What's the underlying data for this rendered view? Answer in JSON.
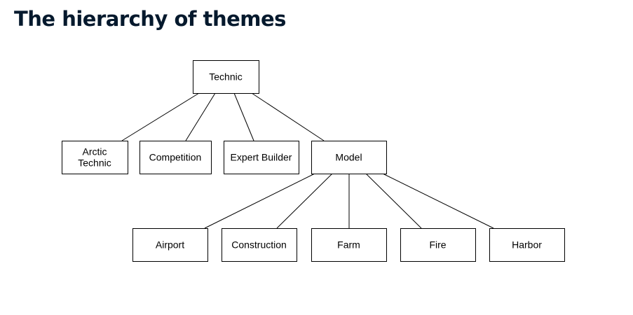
{
  "title": "The hierarchy of themes",
  "tree": {
    "root": {
      "id": "technic",
      "label": "Technic"
    },
    "level1": [
      {
        "id": "arctic-technic",
        "lines": [
          "Arctic",
          "Technic"
        ]
      },
      {
        "id": "competition",
        "lines": [
          "Competition"
        ]
      },
      {
        "id": "expert-builder",
        "lines": [
          "Expert Builder"
        ]
      },
      {
        "id": "model",
        "lines": [
          "Model"
        ]
      }
    ],
    "level2": [
      {
        "id": "airport",
        "lines": [
          "Airport"
        ]
      },
      {
        "id": "construction",
        "lines": [
          "Construction"
        ]
      },
      {
        "id": "farm",
        "lines": [
          "Farm"
        ]
      },
      {
        "id": "fire",
        "lines": [
          "Fire"
        ]
      },
      {
        "id": "harbor",
        "lines": [
          "Harbor"
        ]
      }
    ],
    "edges": [
      [
        "technic",
        "arctic-technic"
      ],
      [
        "technic",
        "competition"
      ],
      [
        "technic",
        "expert-builder"
      ],
      [
        "technic",
        "model"
      ],
      [
        "model",
        "airport"
      ],
      [
        "model",
        "construction"
      ],
      [
        "model",
        "farm"
      ],
      [
        "model",
        "fire"
      ],
      [
        "model",
        "harbor"
      ]
    ]
  }
}
